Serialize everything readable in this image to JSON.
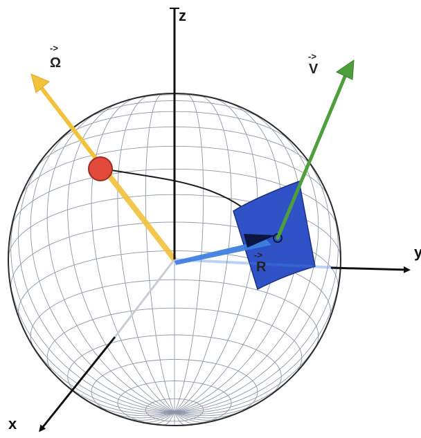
{
  "axes": {
    "z": "z",
    "y": "y",
    "x": "x"
  },
  "vectors": {
    "omega": {
      "label": "Ω",
      "arrow": "->"
    },
    "velocity": {
      "label": "V",
      "arrow": "->"
    },
    "position": {
      "label": "R",
      "arrow": "->"
    }
  },
  "colors": {
    "omega": "#f2c23b",
    "omega_dark": "#e3a62a",
    "velocity": "#4f9e3c",
    "position": "#3e7fe0",
    "patch": "#2f53c7",
    "point": "#e24a3c",
    "grid": "#8d96a8",
    "sphere_outline": "#2a2a2a"
  }
}
